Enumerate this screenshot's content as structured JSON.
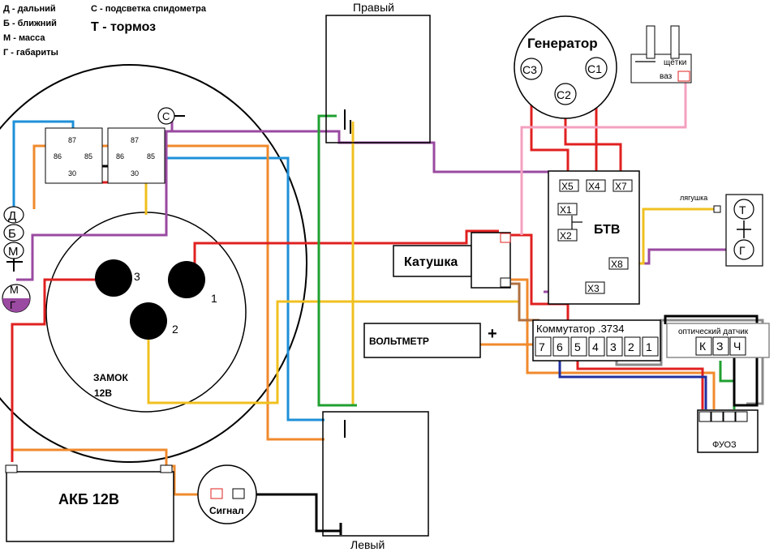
{
  "legend": {
    "d": "Д - дальний",
    "b": "Б - ближний",
    "m": "М - масса",
    "g": "Г - габариты",
    "c": "С - подсветка спидометра",
    "t": "Т - тормоз"
  },
  "labels": {
    "right_headlight": "Правый",
    "left_headlight": "Левый",
    "generator": "Генератор",
    "brushes": "щётки",
    "brushes_vaz": "ваз",
    "btv": "БТВ",
    "coil": "Катушка",
    "frog": "лягушка",
    "voltmeter": "ВОЛЬТМЕТР",
    "plus": "+",
    "commutator": "Коммутатор .3734",
    "optical_sensor": "оптический датчик",
    "fuoz": "ФУОЗ",
    "ignition": "ЗАМОК",
    "ignition_volt": "12В",
    "battery": "АКБ 12В",
    "horn": "Сигнал"
  },
  "generator_pins": [
    "С3",
    "С2",
    "С1"
  ],
  "btv_pins": {
    "x5": "X5",
    "x4": "X4",
    "x7": "X7",
    "x1": "X1",
    "x2": "X2",
    "x8": "X8",
    "x3": "X3"
  },
  "commutator_pins": [
    "7",
    "6",
    "5",
    "4",
    "3",
    "2",
    "1"
  ],
  "sensor_pins": [
    "К",
    "З",
    "Ч"
  ],
  "relay_pins": {
    "left": [
      "87",
      "86",
      "85",
      "30"
    ],
    "right": [
      "87",
      "86",
      "85",
      "30"
    ]
  },
  "ignition_pins": [
    "3",
    "1",
    "2"
  ],
  "switch_letters": [
    "Д",
    "Б",
    "М"
  ],
  "lamp_letters": [
    "М",
    "Г"
  ],
  "speedo_lamp": "С",
  "brake_letter": "Т",
  "tail_letter": "Г",
  "colors": {
    "blue": "#1e90d8",
    "orange": "#f08a2c",
    "red": "#e02020",
    "purple": "#9a4aa0",
    "yellow": "#f0c020",
    "green": "#20a030",
    "pink": "#f4a0c0",
    "black": "#000000",
    "navy": "#2030a0",
    "brown": "#b07040",
    "gray": "#8a8a8a"
  }
}
